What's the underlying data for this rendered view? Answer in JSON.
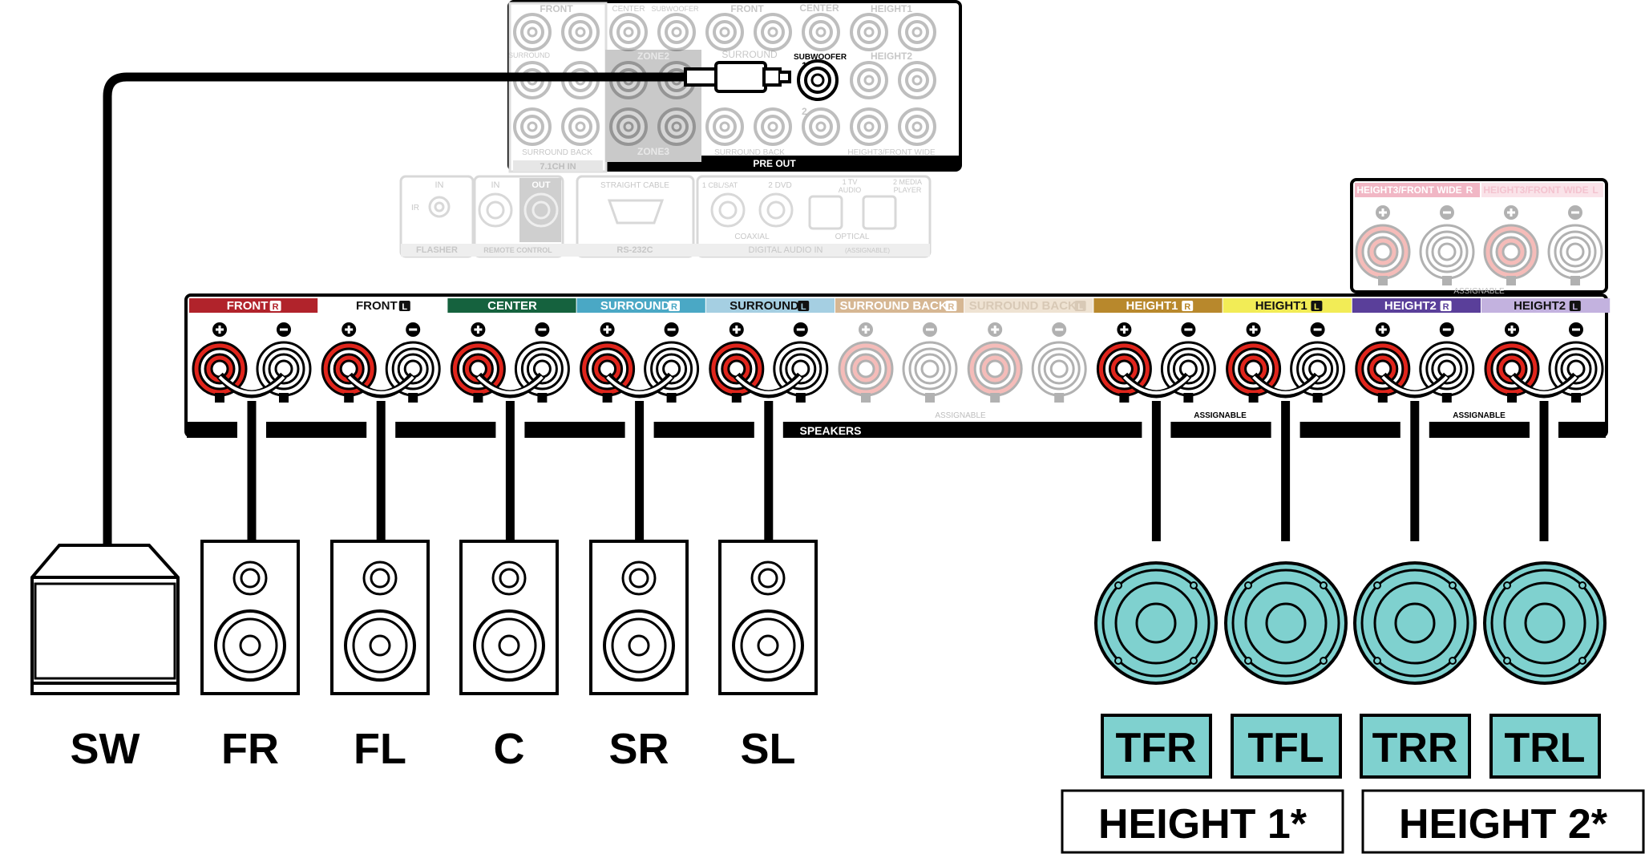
{
  "preout": {
    "top_labels": [
      "FRONT",
      "CENTER",
      "SUBWOOFER",
      "FRONT",
      "CENTER",
      "HEIGHT1"
    ],
    "row2_labels": [
      "SURROUND",
      "ZONE2",
      "SURROUND",
      "SUBWOOFER",
      "HEIGHT2"
    ],
    "sub_num_1": "1",
    "sub_num_2": "2",
    "surround_back": "SURROUND BACK",
    "zone3": "ZONE3",
    "surround_back_2": "SURROUND BACK",
    "height3_front_wide": "HEIGHT3/FRONT WIDE",
    "ch71_in": "7.1CH IN",
    "pre_out": "PRE OUT"
  },
  "io": {
    "ir_in": "IN",
    "ir": "IR",
    "flasher": "FLASHER",
    "rc_in": "IN",
    "rc_out": "OUT",
    "remote_control": "REMOTE CONTROL",
    "straight_cable": "STRAIGHT CABLE",
    "rs232c": "RS-232C",
    "cbl_sat": "1 CBL/SAT",
    "dvd": "2 DVD",
    "tv_audio": [
      "1 TV",
      "AUDIO"
    ],
    "media_player": [
      "2 MEDIA",
      "PLAYER"
    ],
    "coaxial": "COAXIAL",
    "optical": "OPTICAL",
    "digital_audio_in": "DIGITAL AUDIO IN",
    "assignable_small": "(ASSIGNABLE)"
  },
  "speakers": {
    "channels": [
      {
        "label": "FRONT",
        "side": "R",
        "color": "#b1232b",
        "text": "#ffffff",
        "faded": false
      },
      {
        "label": "FRONT",
        "side": "L",
        "color": "#ffffff",
        "text": "#111111",
        "faded": false
      },
      {
        "label": "CENTER",
        "side": "",
        "color": "#15623e",
        "text": "#ffffff",
        "faded": false
      },
      {
        "label": "SURROUND",
        "side": "R",
        "color": "#4aa8c5",
        "text": "#ffffff",
        "faded": false
      },
      {
        "label": "SURROUND",
        "side": "L",
        "color": "#a5cfe2",
        "text": "#111111",
        "faded": false
      },
      {
        "label": "SURROUND BACK",
        "side": "R",
        "color": "#d6b793",
        "text": "#ffffff",
        "faded": true
      },
      {
        "label": "SURROUND BACK",
        "side": "L",
        "color": "#efe3d3",
        "text": "#d8c9b6",
        "faded": true
      },
      {
        "label": "HEIGHT1",
        "side": "R",
        "color": "#b8882c",
        "text": "#ffffff",
        "faded": false
      },
      {
        "label": "HEIGHT1",
        "side": "L",
        "color": "#f2ec56",
        "text": "#111111",
        "faded": false
      },
      {
        "label": "HEIGHT2",
        "side": "R",
        "color": "#5a3f9a",
        "text": "#ffffff",
        "faded": false
      },
      {
        "label": "HEIGHT2",
        "side": "L",
        "color": "#c3b2df",
        "text": "#111111",
        "faded": false
      }
    ],
    "height3": [
      {
        "label": "HEIGHT3/FRONT WIDE",
        "side": "R"
      },
      {
        "label": "HEIGHT3/FRONT WIDE",
        "side": "L"
      }
    ],
    "speakers_label": "SPEAKERS",
    "assignable": "ASSIGNABLE"
  },
  "labels": {
    "sw": "SW",
    "fr": "FR",
    "fl": "FL",
    "c": "C",
    "sr": "SR",
    "sl": "SL",
    "tfr": "TFR",
    "tfl": "TFL",
    "trr": "TRR",
    "trl": "TRL",
    "height1": "HEIGHT 1*",
    "height2": "HEIGHT 2*"
  },
  "colors": {
    "red_terminal": "#e0251c",
    "black_terminal": "#222222",
    "ceiling_speaker": "#7fd1cf",
    "faded_grey": "#c8c8c8"
  }
}
